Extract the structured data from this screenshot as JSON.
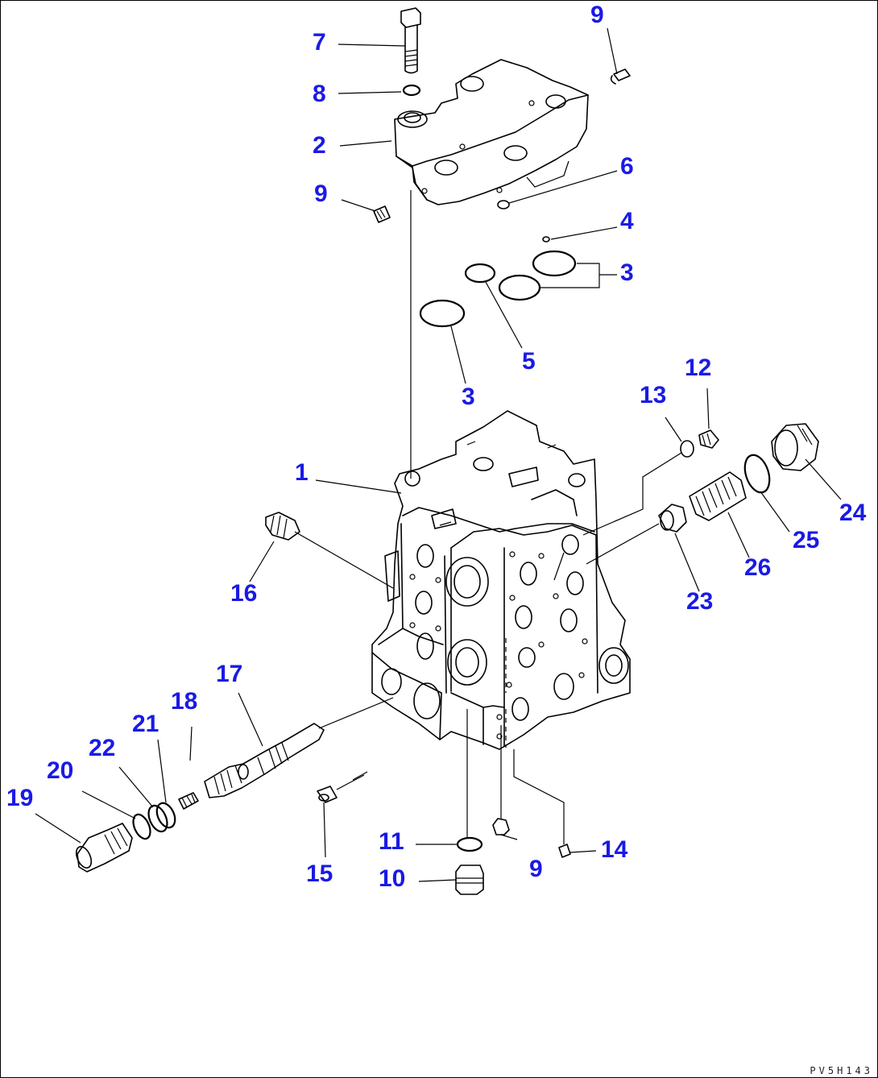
{
  "diagram": {
    "drawing_code": "PV5H143",
    "callouts": [
      {
        "key": "c7",
        "text": "7"
      },
      {
        "key": "c8",
        "text": "8"
      },
      {
        "key": "c9a",
        "text": "9"
      },
      {
        "key": "c2",
        "text": "2"
      },
      {
        "key": "c9b",
        "text": "9"
      },
      {
        "key": "c6",
        "text": "6"
      },
      {
        "key": "c4",
        "text": "4"
      },
      {
        "key": "c3a",
        "text": "3"
      },
      {
        "key": "c5",
        "text": "5"
      },
      {
        "key": "c3b",
        "text": "3"
      },
      {
        "key": "c13",
        "text": "13"
      },
      {
        "key": "c12",
        "text": "12"
      },
      {
        "key": "c1",
        "text": "1"
      },
      {
        "key": "c24",
        "text": "24"
      },
      {
        "key": "c25",
        "text": "25"
      },
      {
        "key": "c26",
        "text": "26"
      },
      {
        "key": "c16",
        "text": "16"
      },
      {
        "key": "c23",
        "text": "23"
      },
      {
        "key": "c17",
        "text": "17"
      },
      {
        "key": "c18",
        "text": "18"
      },
      {
        "key": "c21",
        "text": "21"
      },
      {
        "key": "c22",
        "text": "22"
      },
      {
        "key": "c20",
        "text": "20"
      },
      {
        "key": "c19",
        "text": "19"
      },
      {
        "key": "c11",
        "text": "11"
      },
      {
        "key": "c9c",
        "text": "9"
      },
      {
        "key": "c14",
        "text": "14"
      },
      {
        "key": "c15",
        "text": "15"
      },
      {
        "key": "c10",
        "text": "10"
      }
    ]
  }
}
